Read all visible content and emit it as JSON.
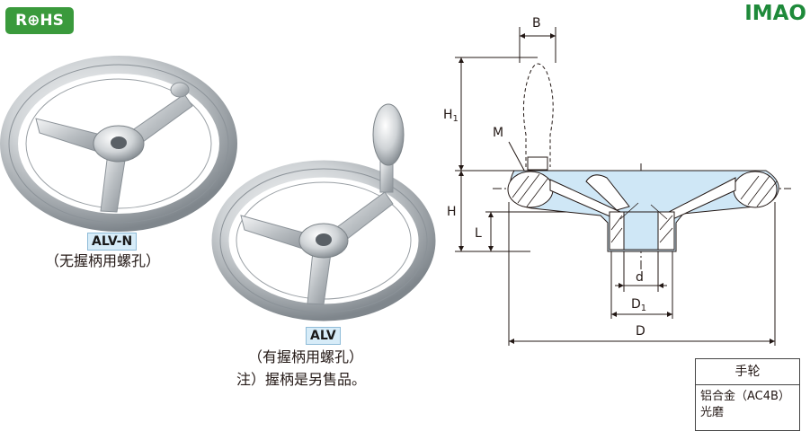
{
  "brand": {
    "rohs_label": "R⊕HS",
    "logo_text": "IMAO"
  },
  "products": [
    {
      "model": "ALV-N",
      "caption": "（无握柄用螺孔）"
    },
    {
      "model": "ALV",
      "caption": "（有握柄用螺孔）",
      "note": "注）握柄是另售品。"
    }
  ],
  "dimensions": {
    "B": "B",
    "H1": "H",
    "H1_sub": "1",
    "M": "M",
    "H": "H",
    "L": "L",
    "d": "d",
    "D1": "D",
    "D1_sub": "1",
    "D": "D"
  },
  "spec_table": {
    "title": "手轮",
    "lines": [
      "铝合金（AC4B）",
      "光磨"
    ]
  },
  "colors": {
    "green": "#3a9a3c",
    "badge_bg": "#d7ecf8",
    "section_fill": "#cfe7f6"
  }
}
